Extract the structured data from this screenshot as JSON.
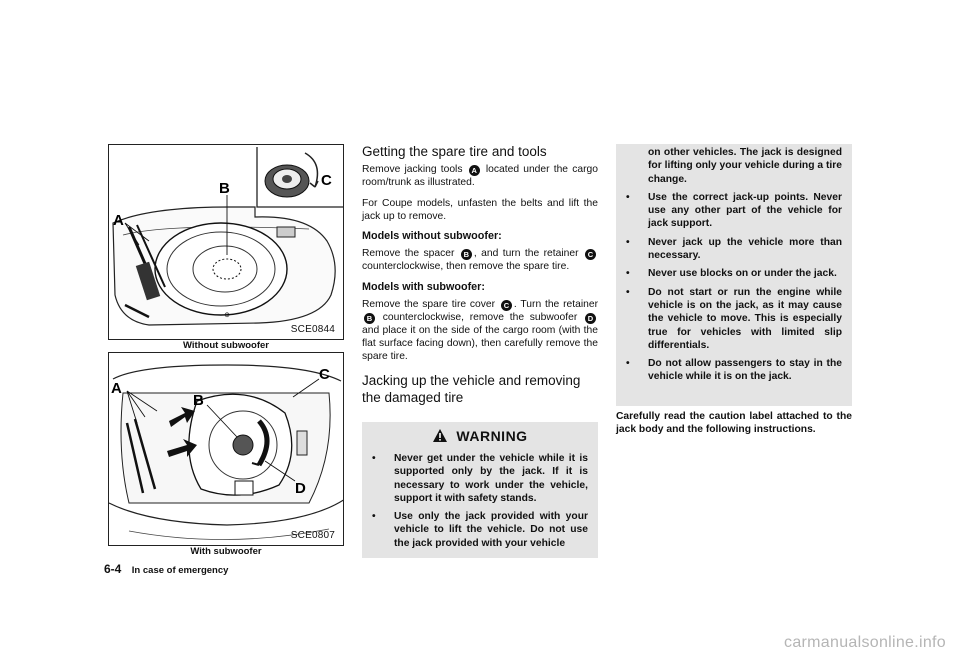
{
  "figures": {
    "top": {
      "code": "SCE0844",
      "caption": "Without subwoofer",
      "callouts": [
        "A",
        "B",
        "C"
      ]
    },
    "bottom": {
      "code": "SCE0807",
      "caption": "With subwoofer",
      "callouts": [
        "A",
        "B",
        "C",
        "D"
      ]
    }
  },
  "section1": {
    "title": "Getting the spare tire and tools",
    "p1_pre": "Remove jacking tools",
    "p1_badge": "A",
    "p1_post": "located under the cargo room/trunk as illustrated.",
    "p2": "For Coupe models, unfasten the belts and lift the jack up to remove.",
    "sub1": "Models without subwoofer:",
    "p3_a": "Remove the spacer",
    "p3_b": "B",
    "p3_c": ", and turn the retainer",
    "p3_d": "C",
    "p3_e": "counterclockwise, then remove the spare tire.",
    "sub2": "Models with subwoofer:",
    "p4_a": "Remove the spare tire cover",
    "p4_b": "C",
    "p4_c": ". Turn the retainer",
    "p4_d": "B",
    "p4_e": "counterclockwise, remove the subwoofer",
    "p4_f": "D",
    "p4_g": "and place it on the side of the cargo room (with the flat surface facing down), then carefully remove the spare tire."
  },
  "section2": {
    "title": "Jacking up the vehicle and removing the damaged tire"
  },
  "warning": {
    "heading": "WARNING",
    "bullet": "•",
    "items_left": [
      "Never get under the vehicle while it is supported only by the jack. If it is necessary to work under the vehicle, support it with safety stands.",
      "Use only the jack provided with your vehicle to lift the vehicle. Do not use the jack provided with your vehicle"
    ],
    "continued": "on other vehicles. The jack is designed for lifting only your vehicle during a tire change.",
    "items_right": [
      "Use the correct jack-up points. Never use any other part of the vehicle for jack support.",
      "Never jack up the vehicle more than necessary.",
      "Never use blocks on or under the jack.",
      "Do not start or run the engine while vehicle is on the jack, as it may cause the vehicle to move. This is especially true for vehicles with limited slip differentials.",
      "Do not allow passengers to stay in the vehicle while it is on the jack."
    ]
  },
  "closing": "Carefully read the caution label attached to the jack body and the following instructions.",
  "footer": {
    "page": "6-4",
    "section": "In case of emergency"
  },
  "watermark": "carmanualsonline.info"
}
